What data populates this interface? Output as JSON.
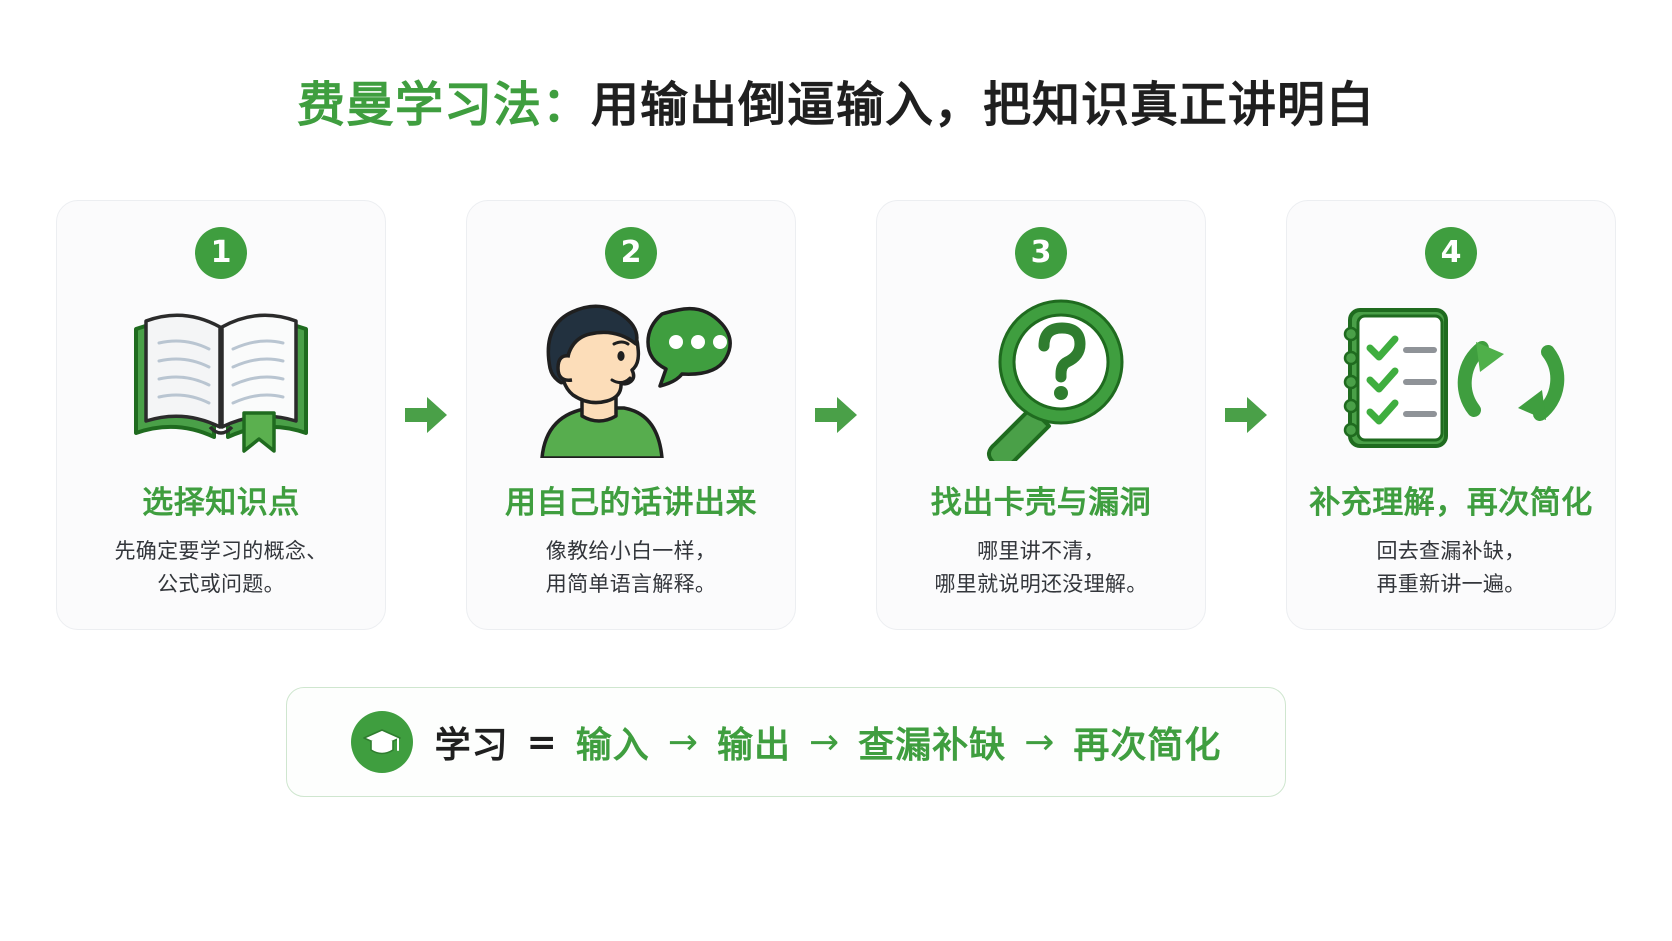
{
  "title": {
    "accent": "费曼学习法：",
    "rest": "用输出倒逼输入，把知识真正讲明白"
  },
  "colors": {
    "brand_green": "#3f9e3f",
    "dark_green": "#2f7d2f",
    "title_black": "#1f1f1f",
    "card_bg": "#fbfbfc",
    "card_border": "#eceef1",
    "banner_border": "#cfe6cf",
    "skin": "#fcddb9",
    "hair": "#22313f"
  },
  "steps": [
    {
      "number": "1",
      "icon": "open-book-icon",
      "title": "选择知识点",
      "desc": "先确定要学习的概念、\n公式或问题。"
    },
    {
      "number": "2",
      "icon": "person-speaking-icon",
      "title": "用自己的话讲出来",
      "desc": "像教给小白一样，\n用简单语言解释。"
    },
    {
      "number": "3",
      "icon": "magnifier-question-icon",
      "title": "找出卡壳与漏洞",
      "desc": "哪里讲不清，\n哪里就说明还没理解。"
    },
    {
      "number": "4",
      "icon": "checklist-refresh-icon",
      "title": "补充理解，再次简化",
      "desc": "回去查漏补缺，\n再重新讲一遍。"
    }
  ],
  "connectors": [
    {
      "icon": "arrow-right-icon"
    },
    {
      "icon": "arrow-right-icon"
    },
    {
      "icon": "arrow-right-icon"
    }
  ],
  "banner": {
    "icon": "graduation-cap-icon",
    "subject": "学习",
    "equals": "=",
    "terms": [
      "输入",
      "输出",
      "查漏补缺",
      "再次简化"
    ],
    "arrow": "→"
  }
}
